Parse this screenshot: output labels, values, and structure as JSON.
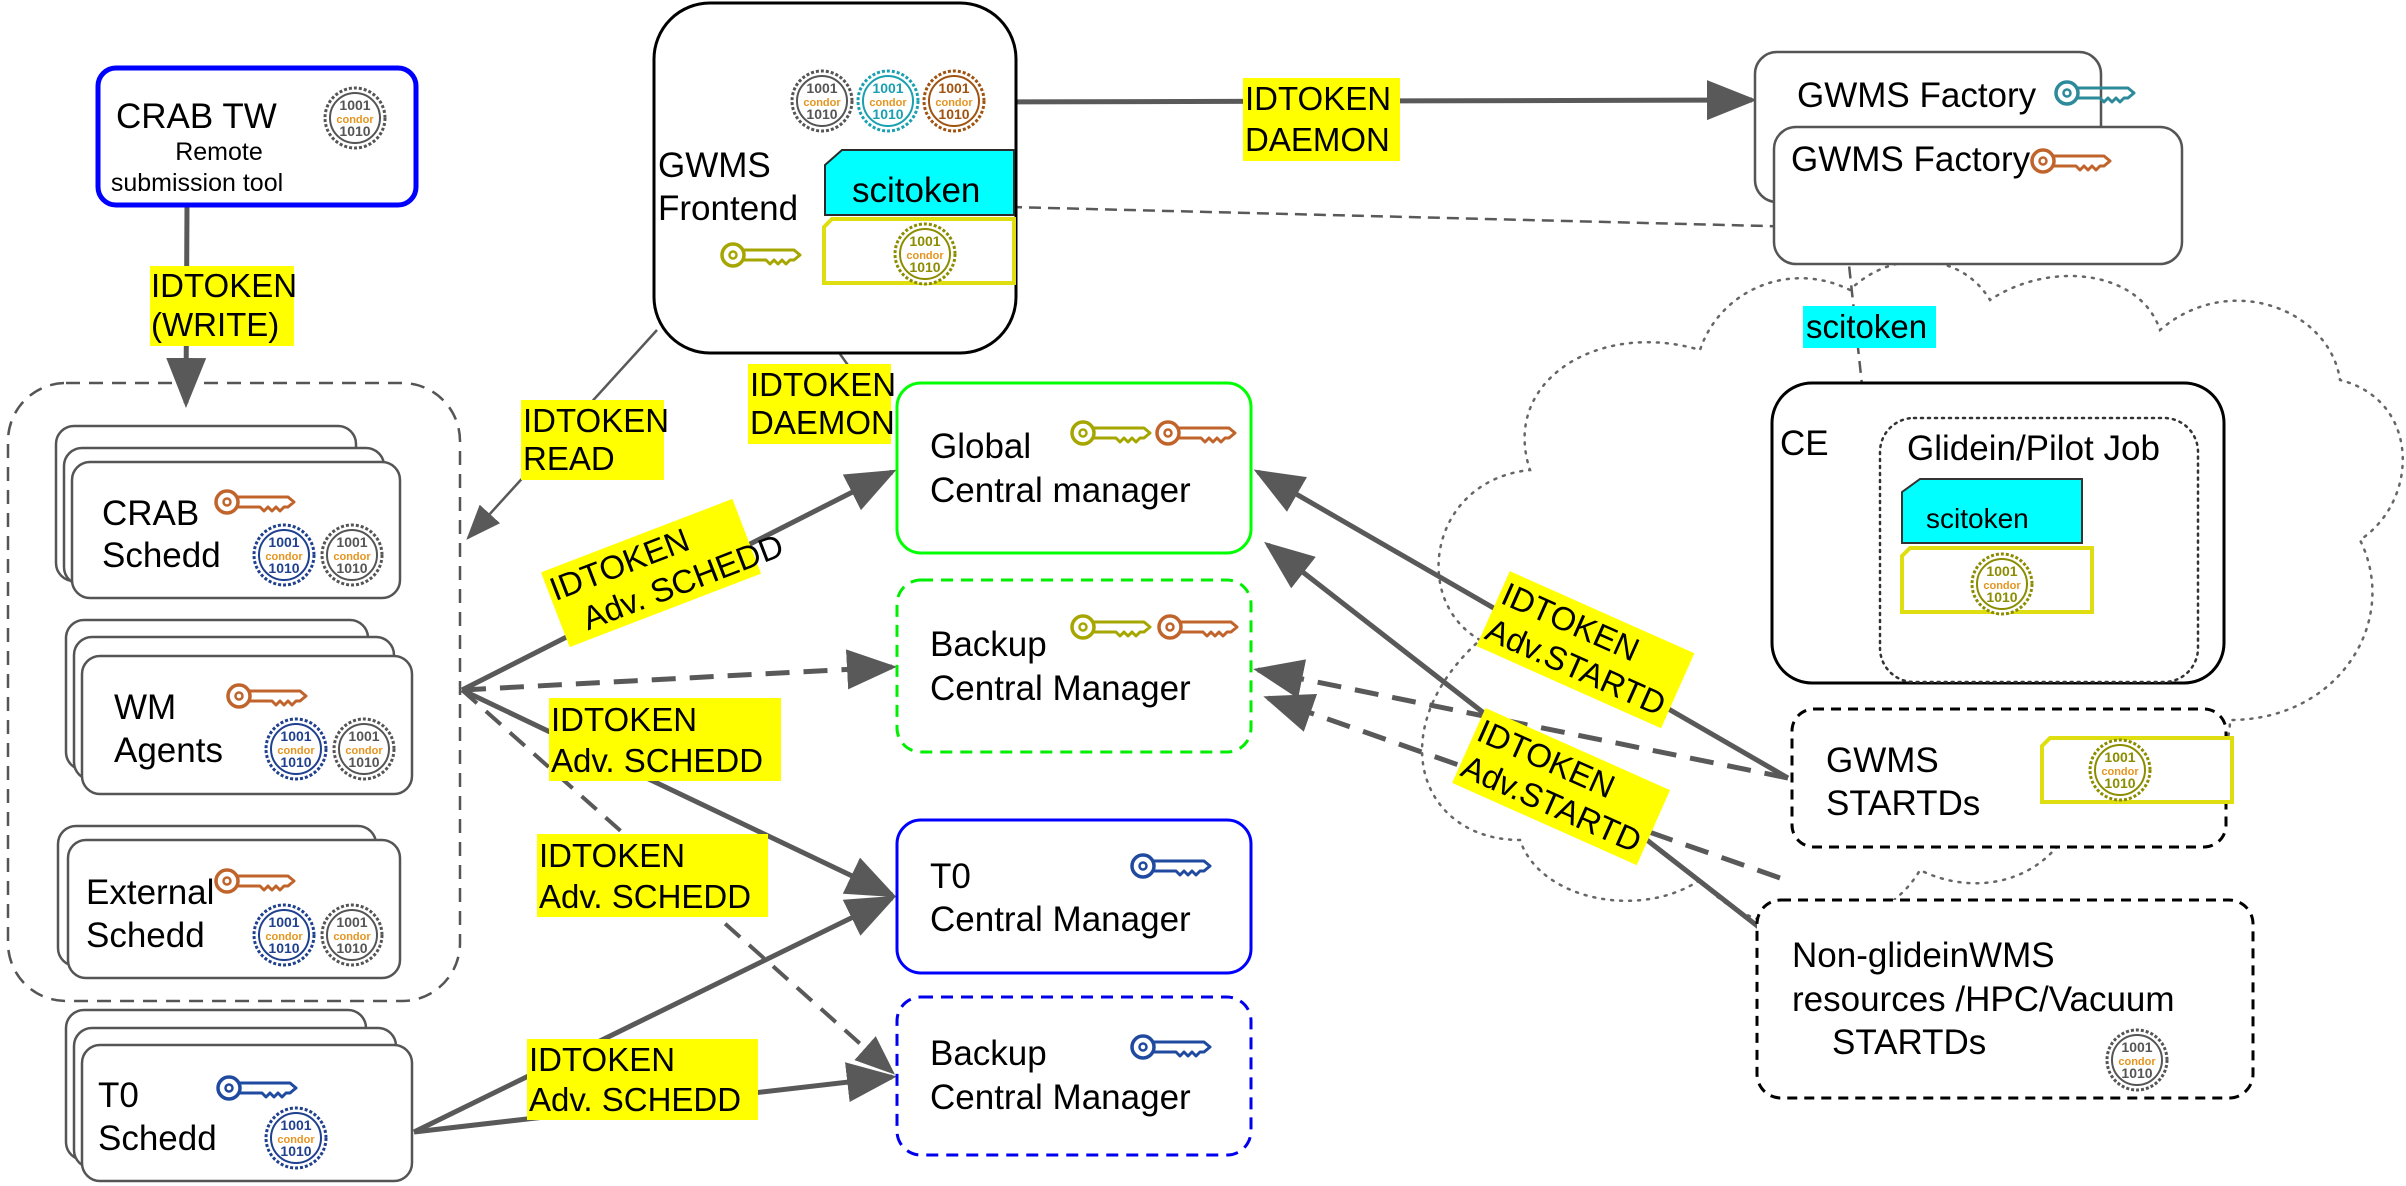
{
  "nodes": {
    "crab_tw": {
      "title": "CRAB TW",
      "subtitle_lines": [
        "Remote",
        "submission tool"
      ]
    },
    "gwms_frontend": {
      "lines": [
        "GWMS",
        "Frontend"
      ],
      "token": "scitoken"
    },
    "gwms_factory_back": {
      "title": "GWMS Factory"
    },
    "gwms_factory_front": {
      "title": "GWMS Factory"
    },
    "crab_schedd": {
      "lines": [
        "CRAB",
        "Schedd"
      ]
    },
    "wm_agents": {
      "lines": [
        "WM",
        "Agents"
      ]
    },
    "external_schedd": {
      "lines": [
        "External",
        "Schedd"
      ]
    },
    "t0_schedd": {
      "lines": [
        "T0",
        "Schedd"
      ]
    },
    "global_cm": {
      "lines": [
        "Global",
        "Central manager"
      ]
    },
    "backup_cm_global": {
      "lines": [
        "Backup",
        "Central Manager"
      ]
    },
    "t0_cm": {
      "lines": [
        "T0",
        "Central Manager"
      ]
    },
    "backup_cm_t0": {
      "lines": [
        "Backup",
        "Central Manager"
      ]
    },
    "ce": {
      "title": "CE"
    },
    "glidein": {
      "title": "Glidein/Pilot Job",
      "token": "scitoken"
    },
    "gwms_startds": {
      "lines": [
        "GWMS",
        "STARTDs"
      ]
    },
    "non_glidein": {
      "lines": [
        "Non-glideinWMS",
        "resources /HPC/Vacuum",
        "STARTDs"
      ]
    }
  },
  "labels": {
    "idtoken_write": [
      "IDTOKEN",
      "(WRITE)"
    ],
    "idtoken_daemon_factory": [
      "IDTOKEN",
      "DAEMON"
    ],
    "scitoken_link": "scitoken",
    "idtoken_read": [
      "IDTOKEN",
      "READ"
    ],
    "idtoken_daemon_cm": [
      "IDTOKEN",
      "DAEMON"
    ],
    "adv_schedd_global": [
      "IDTOKEN",
      "Adv. SCHEDD"
    ],
    "adv_schedd_t0": [
      "IDTOKEN",
      "Adv. SCHEDD"
    ],
    "adv_schedd_t0_backup": [
      "IDTOKEN",
      "Adv. SCHEDD"
    ],
    "adv_schedd_t0schedd": [
      "IDTOKEN",
      "Adv. SCHEDD"
    ],
    "adv_startd_gwms": [
      "IDTOKEN",
      "Adv.STARTD"
    ],
    "adv_startd_nonglidein": [
      "IDTOKEN",
      "Adv.STARTD"
    ]
  },
  "seal": {
    "top": "1001",
    "mid": "condor",
    "bottom": "1010"
  },
  "colors": {
    "highlight": "#ffff00",
    "scitoken": "#00ffff",
    "arrow": "#595959",
    "crab_tw_border": "#0000ff",
    "global_cm_border": "#00ff00",
    "t0_cm_border": "#0000ff",
    "key_orange": "#c0642c",
    "key_olive": "#a6a600",
    "key_blue": "#1f4aa0",
    "key_teal": "#2c8a9a",
    "seal_blue": "#1f3f8f",
    "seal_gray": "#555555",
    "seal_teal": "#1aa0b0",
    "seal_brown": "#a0520f",
    "seal_olive": "#8c8c00",
    "seal_condor": "#e69520"
  },
  "icons": [
    "key-icon",
    "condor-seal-icon",
    "token-card-icon",
    "cloud-outline"
  ]
}
